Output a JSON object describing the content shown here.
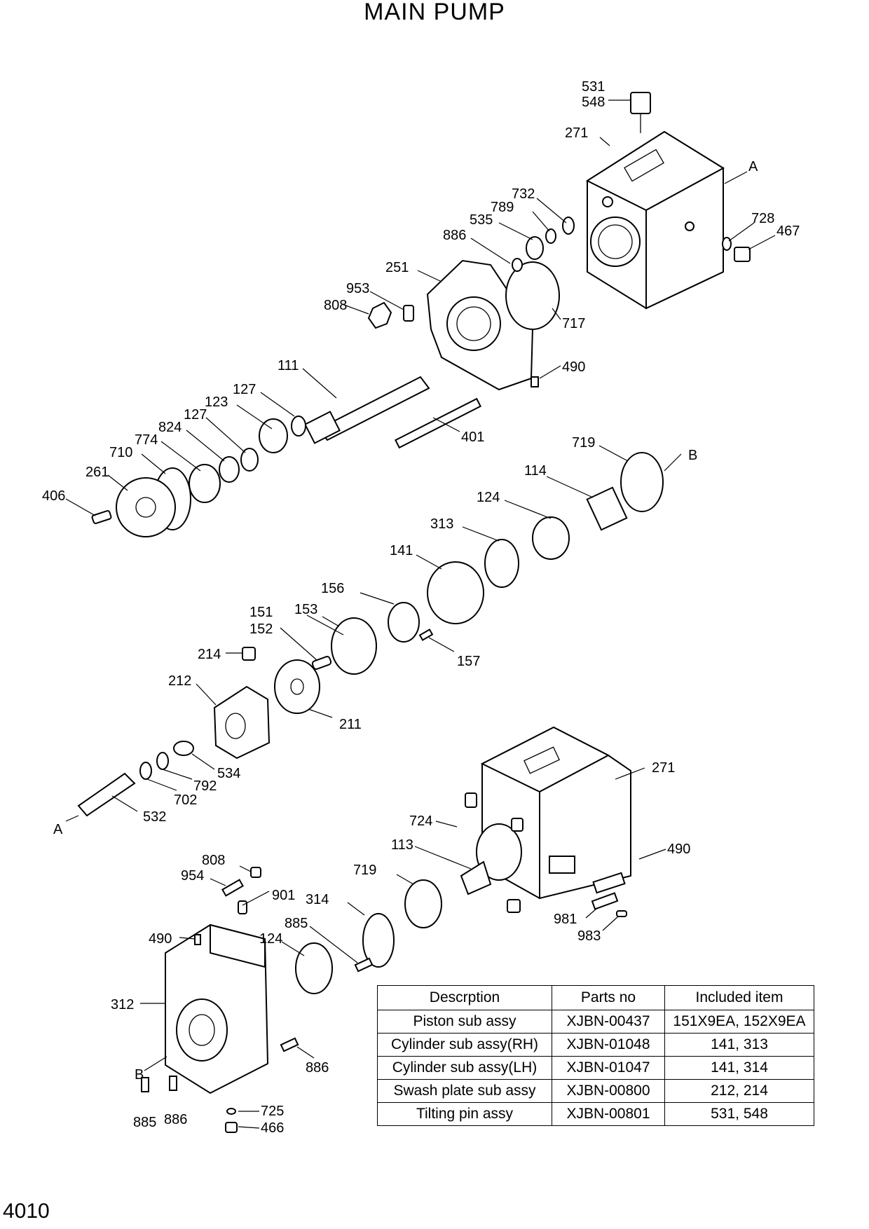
{
  "title": "MAIN PUMP",
  "page_number": "4010",
  "callouts": {
    "c531": "531",
    "c548": "548",
    "c271a": "271",
    "cA1": "A",
    "c732": "732",
    "c789": "789",
    "c535": "535",
    "c728": "728",
    "c467": "467",
    "c886a": "886",
    "c251": "251",
    "c717": "717",
    "c953": "953",
    "c808a": "808",
    "c490a": "490",
    "c111": "111",
    "c127a": "127",
    "c123": "123",
    "c127b": "127",
    "c824": "824",
    "c774": "774",
    "c710": "710",
    "c261": "261",
    "c406": "406",
    "c401": "401",
    "c719a": "719",
    "cB1": "B",
    "c114": "114",
    "c124a": "124",
    "c313": "313",
    "c141": "141",
    "c156": "156",
    "c151": "151",
    "c152": "152",
    "c153": "153",
    "c157": "157",
    "c214": "214",
    "c212": "212",
    "c211": "211",
    "c534": "534",
    "c792": "792",
    "c702": "702",
    "c532": "532",
    "cA2": "A",
    "c271b": "271",
    "c724": "724",
    "c113": "113",
    "c490b": "490",
    "c719b": "719",
    "c981": "981",
    "c983": "983",
    "c808b": "808",
    "c954": "954",
    "c901": "901",
    "c314": "314",
    "c885a": "885",
    "c124b": "124",
    "c490c": "490",
    "c312": "312",
    "cB2": "B",
    "c886b": "886",
    "c885b": "885",
    "c886c": "886",
    "c725": "725",
    "c466": "466"
  },
  "parts_table": {
    "headers": [
      "Descrption",
      "Parts no",
      "Included item"
    ],
    "rows": [
      [
        "Piston sub assy",
        "XJBN-00437",
        "151X9EA, 152X9EA"
      ],
      [
        "Cylinder sub assy(RH)",
        "XJBN-01048",
        "141, 313"
      ],
      [
        "Cylinder sub assy(LH)",
        "XJBN-01047",
        "141, 314"
      ],
      [
        "Swash plate sub assy",
        "XJBN-00800",
        "212, 214"
      ],
      [
        "Tilting pin assy",
        "XJBN-00801",
        "531, 548"
      ]
    ]
  }
}
